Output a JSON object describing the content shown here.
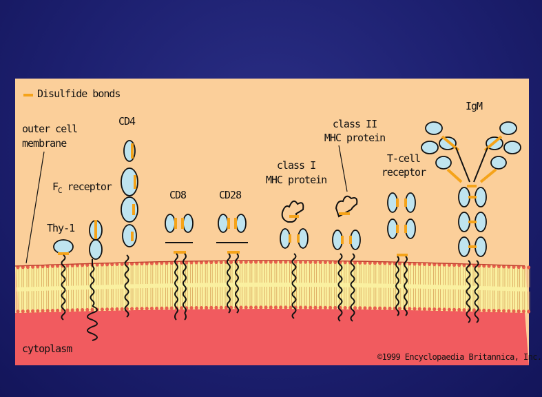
{
  "legend": {
    "label": "Disulfide bonds",
    "swatch_color": "#f5a319"
  },
  "labels": {
    "outer_membrane_line1": "outer cell",
    "outer_membrane_line2": "membrane",
    "fc_receptor_main": "F",
    "fc_receptor_sub": "C",
    "fc_receptor_rest": " receptor",
    "thy1": "Thy-1",
    "cd4": "CD4",
    "cd8": "CD8",
    "cd28": "CD28",
    "mhc1_line1": "class I",
    "mhc1_line2": "MHC protein",
    "mhc2_line1": "class II",
    "mhc2_line2": "MHC protein",
    "tcr_line1": "T-cell",
    "tcr_line2": "receptor",
    "igm": "IgM",
    "cytoplasm": "cytoplasm",
    "copyright": "©1999 Encyclopaedia Britannica, Inc."
  },
  "colors": {
    "background": "#1d2070",
    "extracellular": "#fbcf9a",
    "membrane": "#faf0a0",
    "lipid_head": "#e8604e",
    "cytoplasm": "#f15b5f",
    "domain_fill": "#bfe4ef",
    "disulfide": "#f5a319",
    "chain": "#111111"
  }
}
